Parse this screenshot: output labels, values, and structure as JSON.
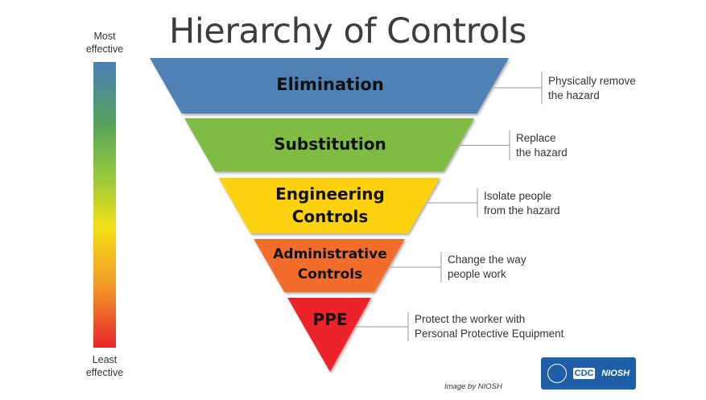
{
  "title": "Hierarchy of Controls",
  "scale": {
    "top": [
      "Most",
      "effective"
    ],
    "bottom": [
      "Least",
      "effective"
    ]
  },
  "levels": [
    {
      "name": [
        "Elimination"
      ],
      "color": "#4f81b5",
      "desc": [
        "Physically remove",
        "the hazard"
      ]
    },
    {
      "name": [
        "Substitution"
      ],
      "color": "#7fbc43",
      "desc": [
        "Replace",
        "the hazard"
      ]
    },
    {
      "name": [
        "Engineering",
        "Controls"
      ],
      "color": "#fcd107",
      "desc": [
        "Isolate people",
        "from the hazard"
      ]
    },
    {
      "name": [
        "Administrative",
        "Controls"
      ],
      "color": "#f26c2b",
      "desc": [
        "Change the way",
        "people work"
      ]
    },
    {
      "name": [
        "PPE"
      ],
      "color": "#ee2229",
      "desc": [
        "Protect the worker with",
        "Personal Protective Equipment"
      ]
    }
  ],
  "credit": "Image by NIOSH",
  "logo": {
    "agency": "CDC",
    "institute": "NIOSH"
  }
}
